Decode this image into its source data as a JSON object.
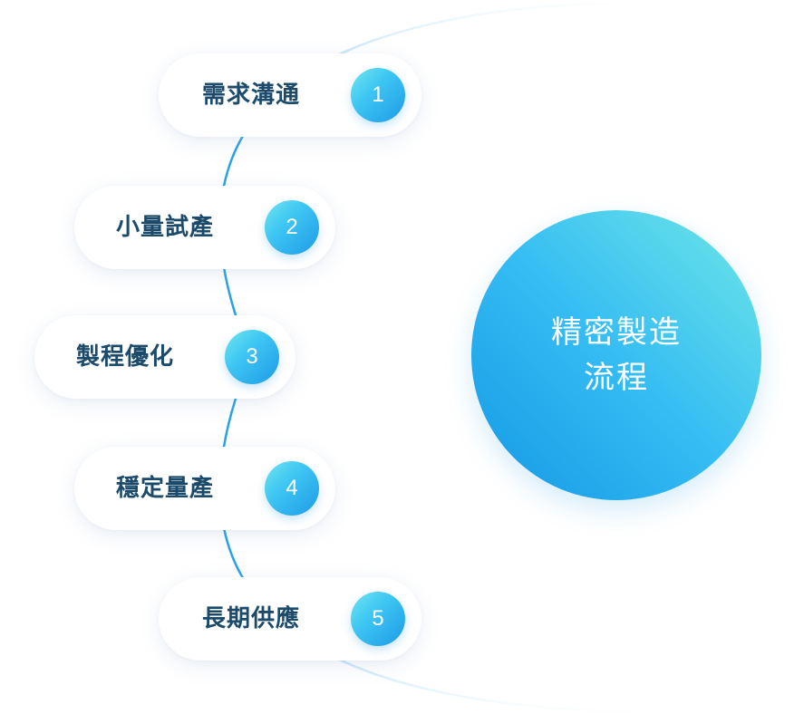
{
  "steps": [
    {
      "label": "需求溝通",
      "number": "1"
    },
    {
      "label": "小量試產",
      "number": "2"
    },
    {
      "label": "製程優化",
      "number": "3"
    },
    {
      "label": "穩定量產",
      "number": "4"
    },
    {
      "label": "長期供應",
      "number": "5"
    }
  ],
  "center": {
    "line1": "精密製造",
    "line2": "流程"
  },
  "colors": {
    "accent_light": "#6fe6ee",
    "accent_dark": "#1498e5",
    "label_text": "#1b4a6b",
    "arc_fade": "#d6eefb"
  }
}
